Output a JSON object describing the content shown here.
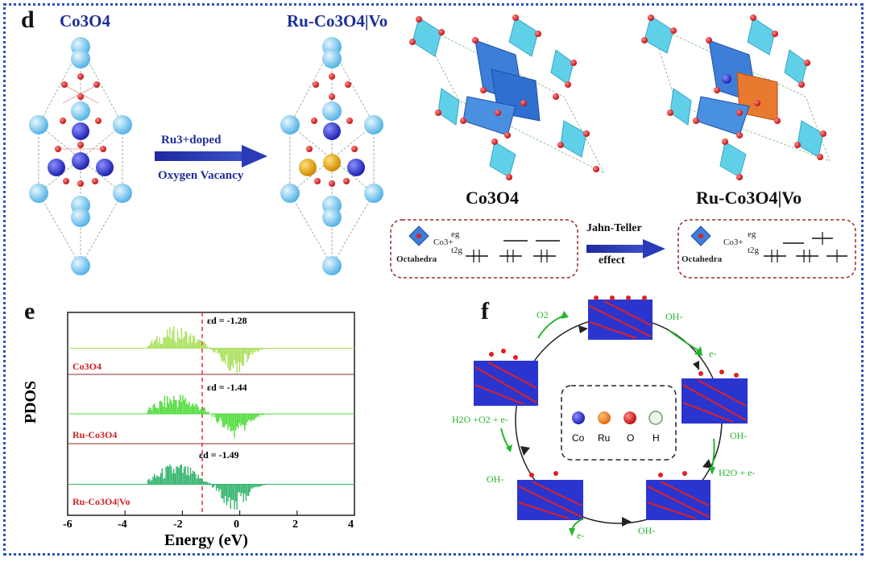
{
  "panel_d": {
    "letter": "d",
    "left_title": "Co3O4",
    "right_title": "Ru-Co3O4|Vo",
    "arrow_top": "Ru3+doped",
    "arrow_bottom": "Oxygen Vacancy",
    "struct_left_label": "Co3O4",
    "struct_right_label": "Ru-Co3O4|Vo",
    "jt_top": "Jahn-Teller",
    "jt_bottom": "effect",
    "box_left": {
      "octa": "Octahedra",
      "ion": "Co3+",
      "eg": "eg",
      "t2g": "t2g"
    },
    "box_right": {
      "octa": "Octahedra",
      "ion": "Co3+",
      "eg": "eg",
      "t2g": "t2g"
    }
  },
  "panel_e": {
    "letter": "e",
    "ylabel": "PDOS",
    "xlabel": "Energy (eV)",
    "ticks": [
      "-6",
      "-4",
      "-2",
      "0",
      "2",
      "4"
    ],
    "series": [
      {
        "name": "Co3O4",
        "annotation": "εd = -1.28",
        "color": "#a9e05a"
      },
      {
        "name": "Ru-Co3O4",
        "annotation": "εd = -1.44",
        "color": "#4fdc3a"
      },
      {
        "name": "Ru-Co3O4|Vo",
        "annotation": "εd = -1.49",
        "color": "#2fb36a"
      }
    ]
  },
  "panel_f": {
    "letter": "f",
    "o2": "O2",
    "oh_top": "OH-",
    "e_top": "e-",
    "oh_right": "OH-",
    "h2o_right": "H2O + e-",
    "oh_bottom": "OH-",
    "e_bottom": "e-",
    "oh_left": "OH-",
    "h2o_left": "H2O +O2 + e-",
    "legend": [
      "Co",
      "Ru",
      "O",
      "H"
    ],
    "legend_colors": [
      "#2b35d8",
      "#f08a2a",
      "#e02020",
      "#e8f3e0"
    ]
  }
}
